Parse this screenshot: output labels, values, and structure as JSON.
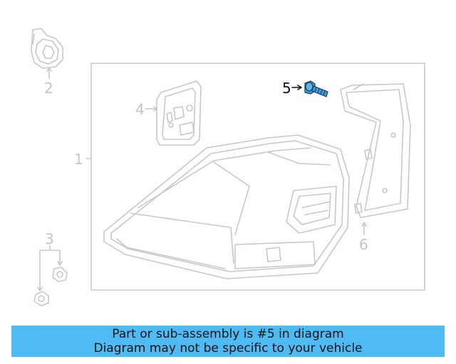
{
  "callouts": {
    "c1": "1",
    "c2": "2",
    "c3": "3",
    "c4": "4",
    "c5": "5",
    "c6": "6"
  },
  "highlighted_part": "5",
  "colors": {
    "banner_bg": "#4fbbf5",
    "highlight": "#3b9fe0",
    "line_art": "#c8c8c8"
  },
  "banner": {
    "line1": "Part or sub-assembly is #5 in diagram",
    "line2": "Diagram may not be specific to your vehicle"
  }
}
